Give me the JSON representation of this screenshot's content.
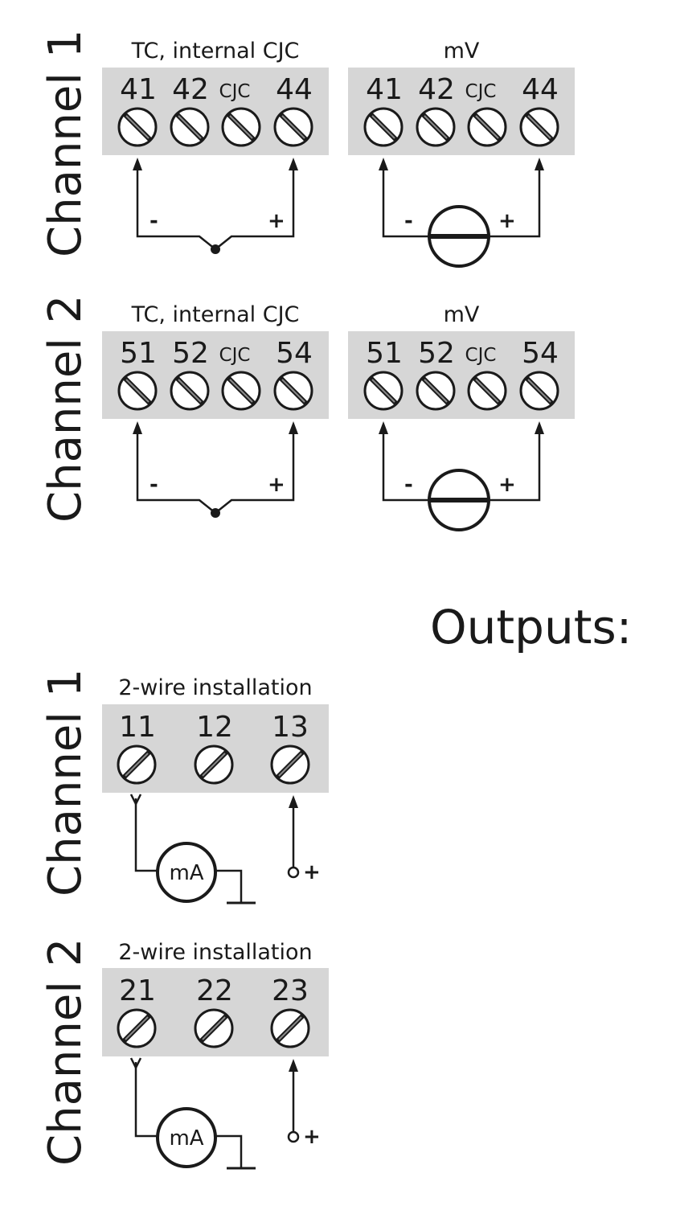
{
  "inputs": {
    "channel1": {
      "label": "Channel 1",
      "tc": {
        "header": "TC, internal CJC",
        "terminals": [
          "41",
          "42",
          "CJC",
          "44"
        ],
        "minus": "-",
        "plus": "+"
      },
      "mv": {
        "header": "mV",
        "terminals": [
          "41",
          "42",
          "CJC",
          "44"
        ],
        "minus": "-",
        "plus": "+"
      }
    },
    "channel2": {
      "label": "Channel 2",
      "tc": {
        "header": "TC, internal CJC",
        "terminals": [
          "51",
          "52",
          "CJC",
          "54"
        ],
        "minus": "-",
        "plus": "+"
      },
      "mv": {
        "header": "mV",
        "terminals": [
          "51",
          "52",
          "CJC",
          "54"
        ],
        "minus": "-",
        "plus": "+"
      }
    }
  },
  "outputs": {
    "title": "Outputs:",
    "channel1": {
      "label": "Channel 1",
      "header": "2-wire installation",
      "terminals": [
        "11",
        "12",
        "13"
      ],
      "meter": "mA",
      "plus": "+"
    },
    "channel2": {
      "label": "Channel 2",
      "header": "2-wire installation",
      "terminals": [
        "21",
        "22",
        "23"
      ],
      "meter": "mA",
      "plus": "+"
    }
  },
  "colors": {
    "ink": "#1a1a1a",
    "terminal_block": "#d6d6d6",
    "background": "#ffffff"
  },
  "icons": [
    "screw-terminal-icon",
    "thermocouple-junction-icon",
    "mv-source-icon",
    "ma-meter-icon",
    "ground-icon"
  ]
}
